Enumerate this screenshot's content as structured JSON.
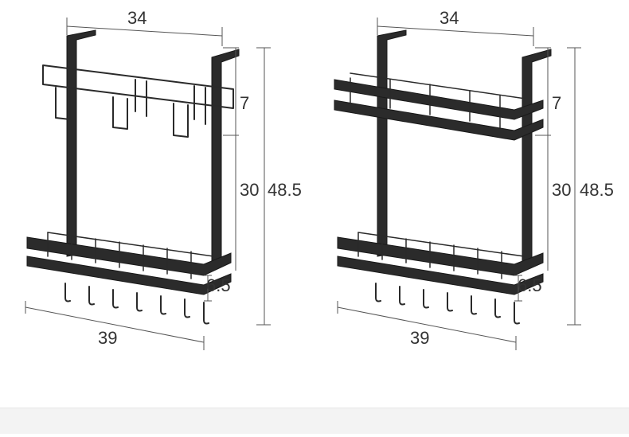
{
  "diagrams": [
    {
      "variant": "hook-rail-top",
      "dimensions": {
        "top_width": "34",
        "top_section_height": "7",
        "middle_height": "30",
        "total_height": "48.5",
        "bottom_basket_height": "6.5",
        "bottom_width": "39"
      }
    },
    {
      "variant": "basket-top",
      "dimensions": {
        "top_width": "34",
        "top_section_height": "7",
        "middle_height": "30",
        "total_height": "48.5",
        "bottom_basket_height": "6.5",
        "bottom_width": "39"
      }
    }
  ],
  "colors": {
    "frame": "#2a2a2a",
    "dimension_line": "#555555",
    "text": "#333333",
    "bottom_band": "#f3f3f3"
  }
}
